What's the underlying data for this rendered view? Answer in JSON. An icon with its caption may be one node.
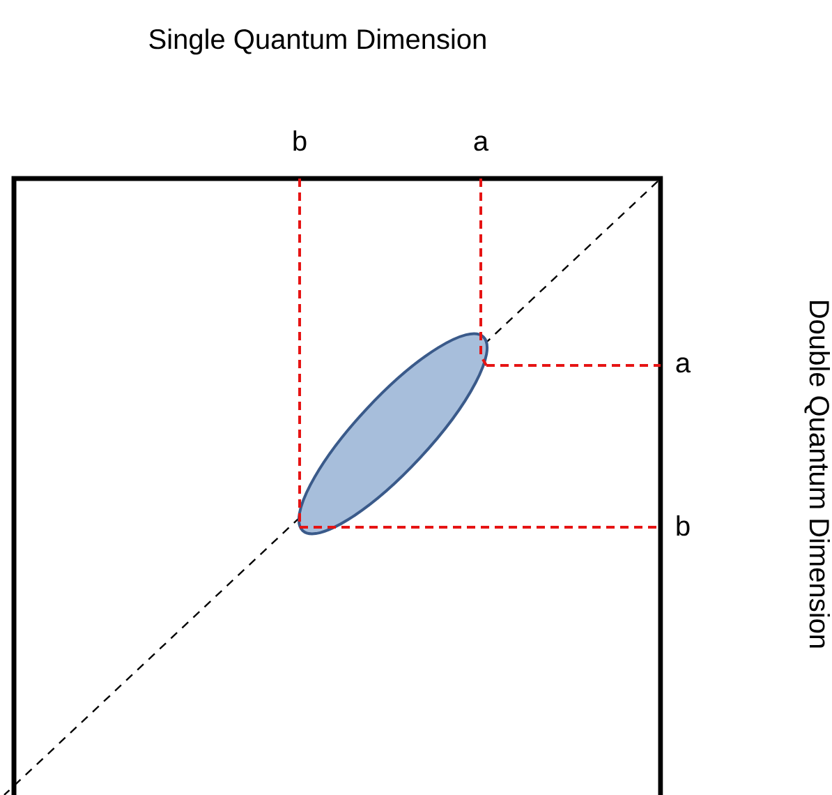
{
  "diagram": {
    "nodes": [
      {
        "text": [],
        "shape": "ellipse"
      }
    ],
    "labels": [
      "Single Quantum Dimension",
      "b",
      "a",
      "Double Quantum Dimension",
      "a",
      "b"
    ]
  }
}
